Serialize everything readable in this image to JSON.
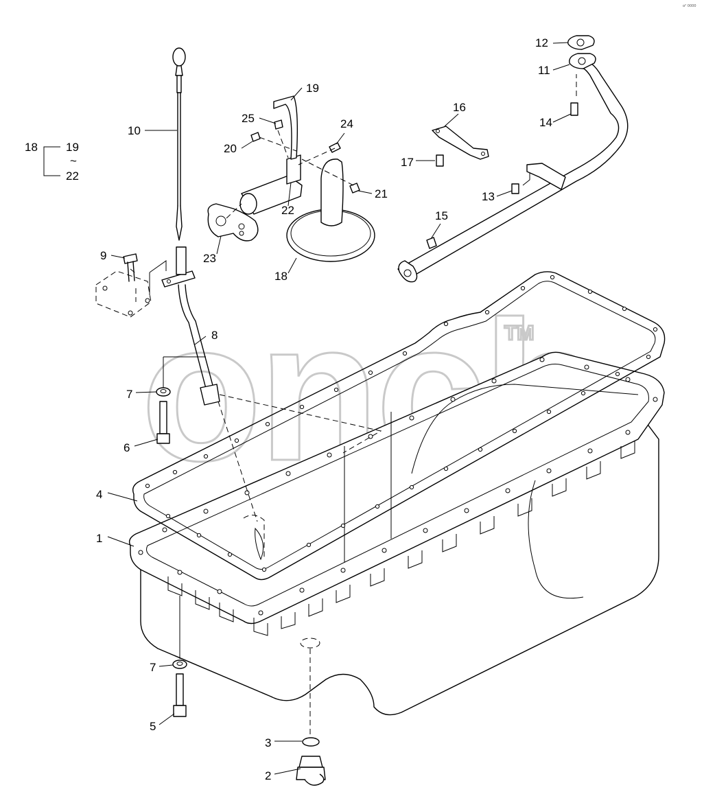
{
  "diagram": {
    "watermark": {
      "text": "oncb",
      "mark": "TM"
    },
    "corner_mark": "α² 0000",
    "group_bracket": {
      "parent": "18",
      "from": "19",
      "tilde": "~",
      "to": "22"
    },
    "callouts": [
      {
        "id": "c1",
        "label": "1"
      },
      {
        "id": "c2",
        "label": "2"
      },
      {
        "id": "c3",
        "label": "3"
      },
      {
        "id": "c4",
        "label": "4"
      },
      {
        "id": "c5",
        "label": "5"
      },
      {
        "id": "c6",
        "label": "6"
      },
      {
        "id": "c7a",
        "label": "7"
      },
      {
        "id": "c7b",
        "label": "7"
      },
      {
        "id": "c8",
        "label": "8"
      },
      {
        "id": "c9",
        "label": "9"
      },
      {
        "id": "c10",
        "label": "10"
      },
      {
        "id": "c11",
        "label": "11"
      },
      {
        "id": "c12",
        "label": "12"
      },
      {
        "id": "c13",
        "label": "13"
      },
      {
        "id": "c14",
        "label": "14"
      },
      {
        "id": "c15",
        "label": "15"
      },
      {
        "id": "c16",
        "label": "16"
      },
      {
        "id": "c17",
        "label": "17"
      },
      {
        "id": "c18",
        "label": "18"
      },
      {
        "id": "c19",
        "label": "19"
      },
      {
        "id": "c20",
        "label": "20"
      },
      {
        "id": "c21",
        "label": "21"
      },
      {
        "id": "c22",
        "label": "22"
      },
      {
        "id": "c23",
        "label": "23"
      },
      {
        "id": "c24",
        "label": "24"
      },
      {
        "id": "c25",
        "label": "25"
      }
    ]
  }
}
